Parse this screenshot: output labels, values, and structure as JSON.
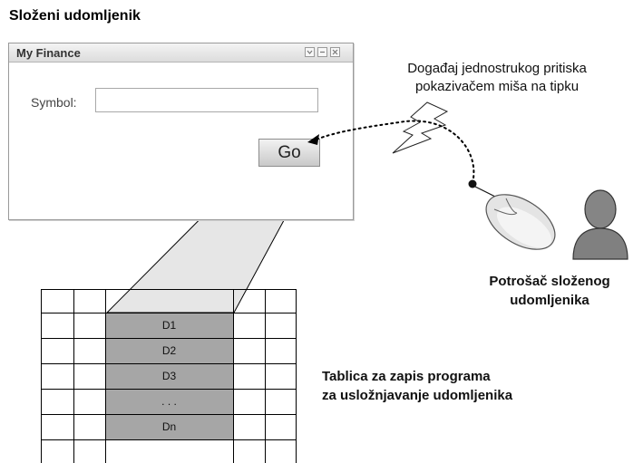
{
  "title": "Složeni udomljenik",
  "widget": {
    "title": "My Finance",
    "symbol_label": "Symbol:",
    "symbol_value": "",
    "go_label": "Go",
    "window_controls": [
      "minimize-icon",
      "restore-icon",
      "close-icon"
    ]
  },
  "event_label": {
    "line1": "Događaj jednostrukog pritiska",
    "line2": "pokazivačem miša na tipku"
  },
  "consumer_label": {
    "line1": "Potrošač složenog",
    "line2": "udomljenika"
  },
  "table_label": {
    "line1": "Tablica za zapis programa",
    "line2": "za usložnjavanje udomljenika"
  },
  "table": {
    "entries": [
      "D1",
      "D2",
      "D3",
      ". . .",
      "Dn"
    ]
  },
  "colors": {
    "highlight_column": "#a6a6a6",
    "projection": "#e3e3e3",
    "mouse": "#e9e9e9",
    "user_figure": "#7a7a7a"
  }
}
